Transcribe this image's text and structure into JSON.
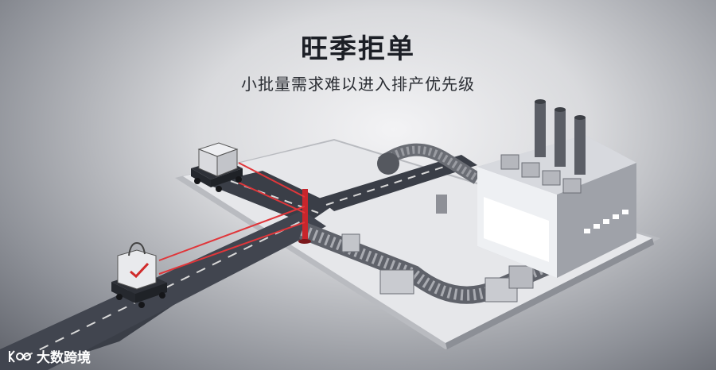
{
  "headline": {
    "title": "旺季拒单",
    "subtitle": "小批量需求难以进入排产优先级"
  },
  "watermark": {
    "brand": "大数跨境",
    "logo_icon": "ks-logo-icon"
  },
  "palette": {
    "barrier": "#c8262c",
    "laser": "#e0363a",
    "check": "#d02a2a"
  }
}
